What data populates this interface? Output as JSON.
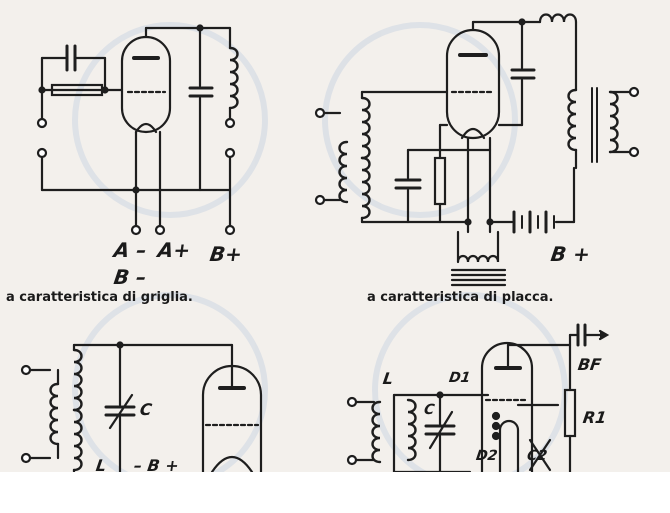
{
  "captions": {
    "grid": "a caratteristica di griglia.",
    "plate": "a caratteristica di placca."
  },
  "labels": {
    "a_minus": "A –",
    "a_plus": "A+",
    "b_plus_1": "B+",
    "b_minus": "B –",
    "b_plus_2": "B +",
    "c": "C",
    "l_c": "L",
    "b_plus_c": "– B +",
    "l_d": "L",
    "d1": "D1",
    "bf": "BF",
    "r1": "R1",
    "c_d": "C",
    "d2": "D2",
    "c2": "C2"
  },
  "colors": {
    "ink": "#1e1e1e",
    "paper": "#f3f0ec",
    "watermark": "#c9d3e2"
  }
}
